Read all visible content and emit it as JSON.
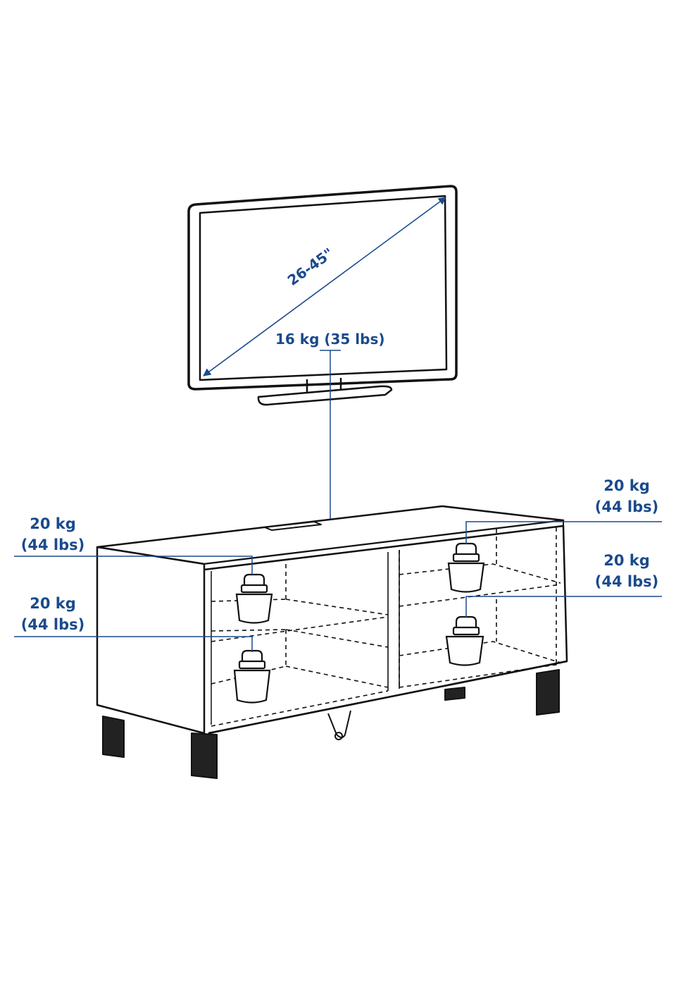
{
  "colors": {
    "ink": "#111111",
    "annotation": "#1a4a8c",
    "background": "#ffffff"
  },
  "tv": {
    "diagonal": "26-45\"",
    "weight": "16 kg (35 lbs)"
  },
  "loads": {
    "top_left": {
      "kg": "20 kg",
      "lbs": "(44 lbs)"
    },
    "bottom_left": {
      "kg": "20 kg",
      "lbs": "(44 lbs)"
    },
    "top_right": {
      "kg": "20 kg",
      "lbs": "(44 lbs)"
    },
    "bottom_right": {
      "kg": "20 kg",
      "lbs": "(44 lbs)"
    }
  }
}
